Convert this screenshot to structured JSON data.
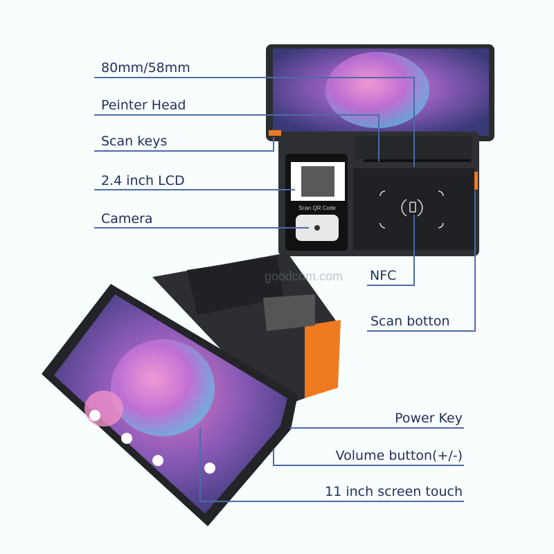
{
  "labels": {
    "paper_width": "80mm/58mm",
    "printer_head": "Peinter Head",
    "scan_keys": "Scan keys",
    "lcd": "2.4 inch LCD",
    "camera": "Camera",
    "nfc": "NFC",
    "scan_button": "Scan botton",
    "power_key": "Power Key",
    "volume_button": "Volume button(+/-)",
    "screen": "11 inch screen touch"
  },
  "device": {
    "lcd_caption": "Scan QR Code"
  },
  "watermark": "goodcom.com",
  "colors": {
    "label": "#22305a",
    "line": "#4d6aa8",
    "accent": "#f07a20"
  }
}
